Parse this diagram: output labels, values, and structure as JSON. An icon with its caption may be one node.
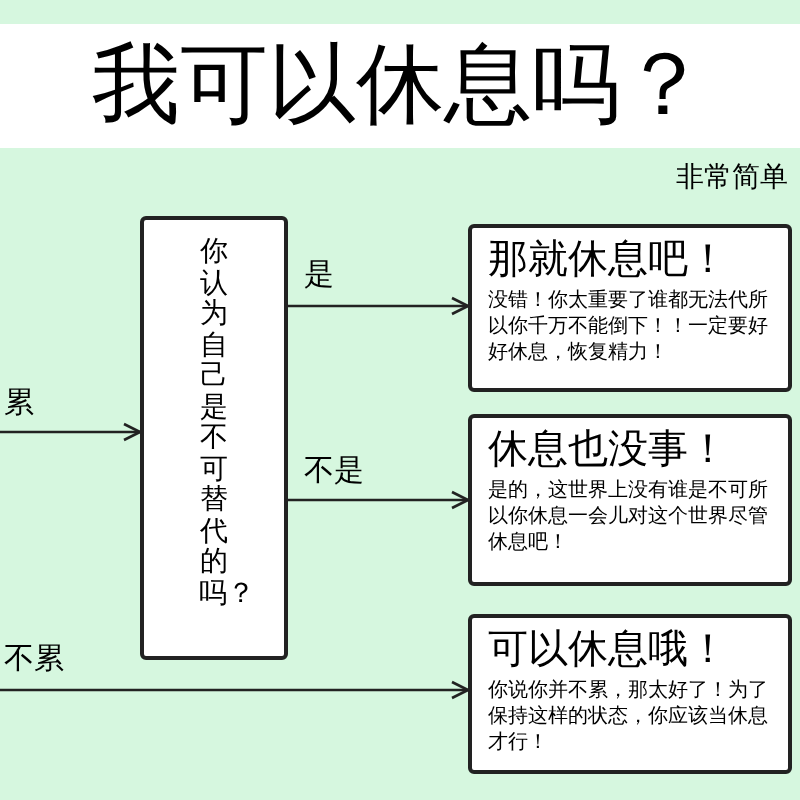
{
  "diagram": {
    "title": "我可以休息吗？",
    "nodes": [
      {
        "text": [
          "你认为自己是不可替代的吗？"
        ]
      },
      {
        "text": [
          "那就休息吧！",
          "没错！你太重要了谁都无法代所以你千万不能倒下！！一定要好好休息，恢复精力！"
        ]
      },
      {
        "text": [
          "休息也没事！",
          "是的，这世界上没有谁是不可所以你休息一会儿对这个世界尽管休息吧！"
        ]
      },
      {
        "text": [
          "可以休息哦！",
          "你说你并不累，那太好了！为了保持这样的状态，你应该当休息才行！"
        ]
      }
    ],
    "edges": [
      {
        "from": 0,
        "to": 1,
        "arrow": "to",
        "label": "是"
      },
      {
        "from": 0,
        "to": 2,
        "arrow": "to",
        "label": "不是"
      },
      {
        "from": null,
        "to": 0,
        "arrow": "to",
        "label": "累"
      },
      {
        "from": null,
        "to": 3,
        "arrow": "to",
        "label": "不累"
      }
    ],
    "labels": [
      "非常简单"
    ]
  }
}
